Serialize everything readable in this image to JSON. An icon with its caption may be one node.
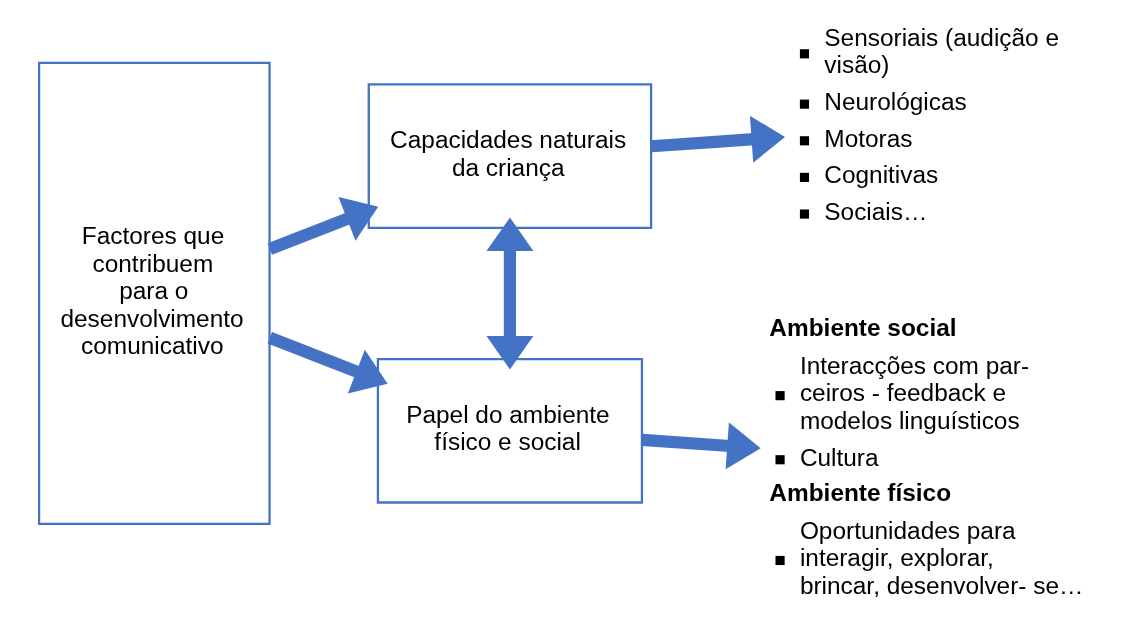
{
  "diagram": {
    "nodes": [
      {
        "text": [
          "Factores que contribuem para o desenvolvimento  comunicativo"
        ]
      },
      {
        "text": [
          "Capacidades naturais da criança"
        ]
      },
      {
        "text": [
          "Papel do ambiente físico e social"
        ]
      },
      {
        "text": [
          "Sensoriais (audição e visão)",
          "Neurológicas",
          "Motoras",
          "Cognitivas",
          "Sociais…"
        ]
      },
      {
        "text": [
          "Ambiente social",
          "Interacções com par- ceiros - feedback e modelos linguísticos",
          "Cultura",
          "Ambiente físico",
          "Oportunidades para interagir, explorar, brincar, desenvolver- se…"
        ]
      }
    ],
    "edges": [
      {
        "from": 0,
        "to": 1,
        "arrow": "to"
      },
      {
        "from": 0,
        "to": 2,
        "arrow": "to"
      },
      {
        "from": 1,
        "to": 3,
        "arrow": "to"
      },
      {
        "from": 1,
        "to": 2,
        "arrow": "both"
      },
      {
        "from": 2,
        "to": 4,
        "arrow": "to"
      }
    ]
  }
}
